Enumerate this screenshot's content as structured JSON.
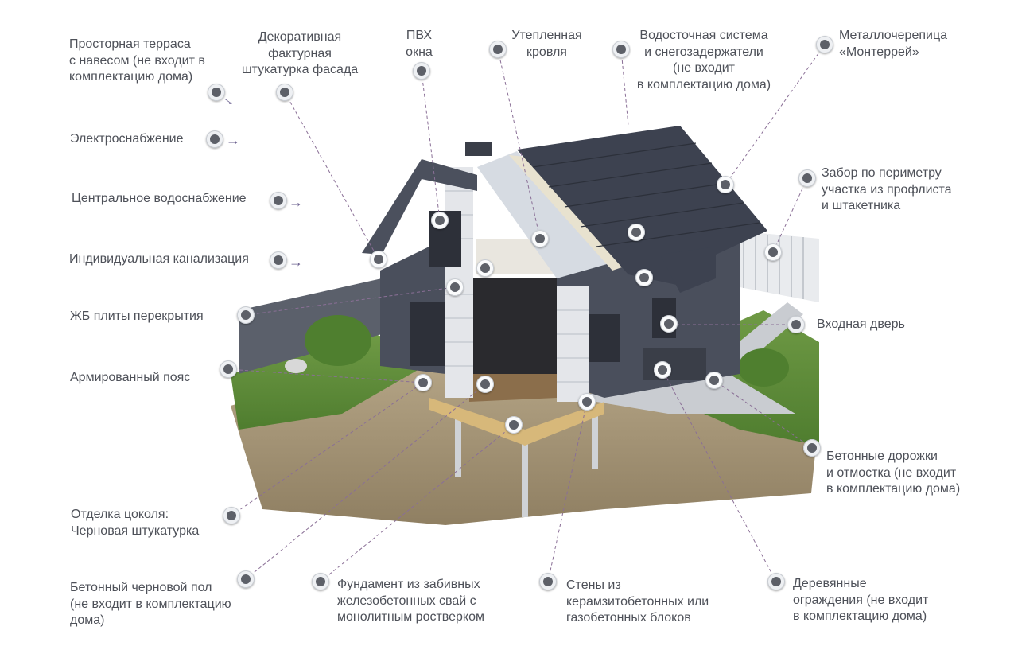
{
  "labels": {
    "terrace": "Просторная терраса\nс навесом (не входит в\nкомплектацию дома)",
    "facade": "Декоративная\nфактурная\nштукатурка фасада",
    "windows": "ПВХ\nокна",
    "roof": "Утепленная\nкровля",
    "drainage": "Водосточная система\nи снегозадержатели\n(не входит\nв комплектацию дома)",
    "tile": "Металлочерепица\n«Монтеррей»",
    "power": "Электроснабжение",
    "fence": "Забор по периметру\nучастка из профлиста\nи штакетника",
    "water": "Центральное  водоснабжение",
    "sewage": "Индивидуальная  канализация",
    "slabs": "ЖБ плиты перекрытия",
    "door": "Входная дверь",
    "belt": "Армированный пояс",
    "paths": "Бетонные дорожки\nи отмостка (не входит\nв комплектацию дома)",
    "plinth": "Отделка цоколя:\nЧерновая штукатурка",
    "floor": "Бетонный черновой пол\n(не входит в комплектацию\nдома)",
    "foundation": "Фундамент из забивных\nжелезобетонных свай с\nмонолитным ростверком",
    "walls": "Стены из\nкерамзитобетонных или\nгазобетонных блоков",
    "railings": "Деревянные\nограждения (не входит\nв комплектацию дома)"
  },
  "icons": {
    "arrow": "right-arrow-icon",
    "marker": "callout-marker-icon"
  },
  "colors": {
    "marker_dot": "#5d6068",
    "leader_line": "#8a6f96",
    "arrow": "#6a5f8e",
    "roof": "#3d4250",
    "wall_dark": "#4a4f5c",
    "blocks": "#e4e6ea",
    "grass": "#5a8a3a",
    "soil": "#9e8d6e"
  }
}
